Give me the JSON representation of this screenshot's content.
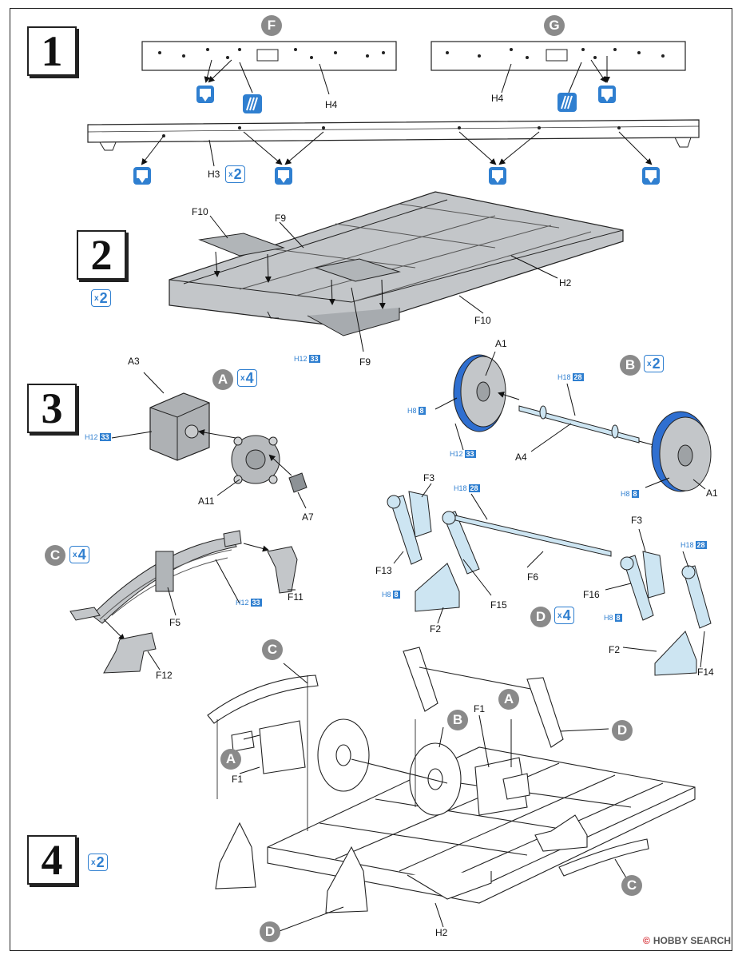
{
  "steps": {
    "s1": "1",
    "s2": "2",
    "s3": "3",
    "s4": "4"
  },
  "multipliers": {
    "h3": "2",
    "step2": "2",
    "a": "4",
    "b": "2",
    "c": "4",
    "d": "4",
    "step4": "2"
  },
  "mult_prefix": "x",
  "badges": {
    "f": "F",
    "g": "G",
    "a": "A",
    "b": "B",
    "c": "C",
    "d": "D"
  },
  "labels": {
    "h4_left": "H4",
    "h4_right": "H4",
    "h3": "H3",
    "f10_top": "F10",
    "f9_top": "F9",
    "h2_frame": "H2",
    "f10_bottom": "F10",
    "f9_bottom": "F9",
    "a3": "A3",
    "a11": "A11",
    "a7": "A7",
    "a1_top": "A1",
    "a4": "A4",
    "a1_bottom": "A1",
    "f3_left": "F3",
    "f13": "F13",
    "f15": "F15",
    "f6": "F6",
    "f2_left": "F2",
    "f3_right": "F3",
    "f16": "F16",
    "f2_right": "F2",
    "f14": "F14",
    "f5": "F5",
    "f11": "F11",
    "f12": "F12",
    "f1_mid": "F1",
    "f1_left": "F1",
    "h2_bottom": "H2"
  },
  "paints": {
    "p_h12_frame": {
      "code": "H12",
      "num": "33"
    },
    "p_h12_a3": {
      "code": "H12",
      "num": "33"
    },
    "p_h8_wheel": {
      "code": "H8",
      "num": "8"
    },
    "p_h12_wheel": {
      "code": "H12",
      "num": "33"
    },
    "p_h18_axle": {
      "code": "H18",
      "num": "28"
    },
    "p_h8_wheel2": {
      "code": "H8",
      "num": "8"
    },
    "p_h18_rod": {
      "code": "H18",
      "num": "28"
    },
    "p_h8_f13": {
      "code": "H8",
      "num": "8"
    },
    "p_h18_right": {
      "code": "H18",
      "num": "28"
    },
    "p_h8_f16": {
      "code": "H8",
      "num": "8"
    },
    "p_h12_spring": {
      "code": "H12",
      "num": "33"
    }
  },
  "footer": {
    "mark": "©",
    "text": "HOBBY SEARCH"
  },
  "colors": {
    "blue": "#2f7fd0",
    "part_gray": "#b9bcbf",
    "dark_gray": "#8d9296",
    "light_blue": "#cde5f2",
    "wheel_blue": "#2f6fd0"
  }
}
